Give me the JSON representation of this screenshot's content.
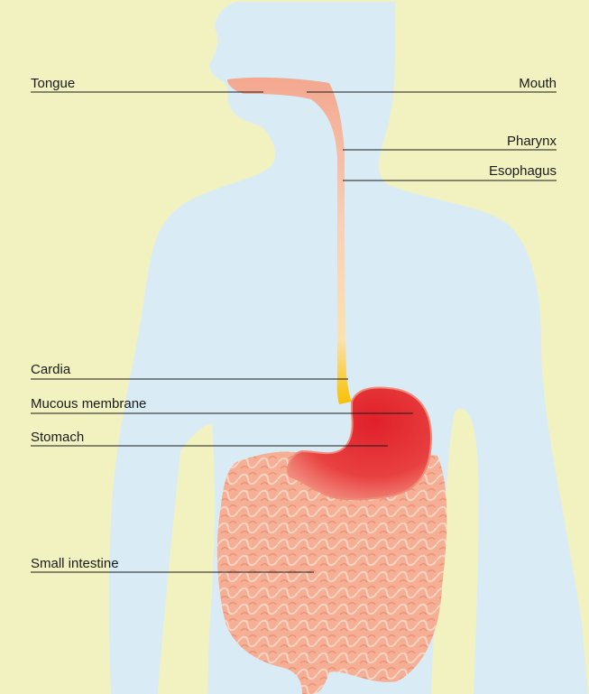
{
  "diagram": {
    "labels": {
      "tongue": "Tongue",
      "mouth": "Mouth",
      "pharynx": "Pharynx",
      "esophagus": "Esophagus",
      "cardia": "Cardia",
      "mucous_membrane": "Mucous membrane",
      "stomach": "Stomach",
      "small_intestine": "Small intestine"
    },
    "colors": {
      "background": "#f2f2c0",
      "body": "#d9ecf5",
      "tract": "#f6b6a0",
      "stomach": "#e1262d",
      "cardia": "#f7c100",
      "intestine": "#f4a98f",
      "line": "#1a1a1a"
    }
  }
}
